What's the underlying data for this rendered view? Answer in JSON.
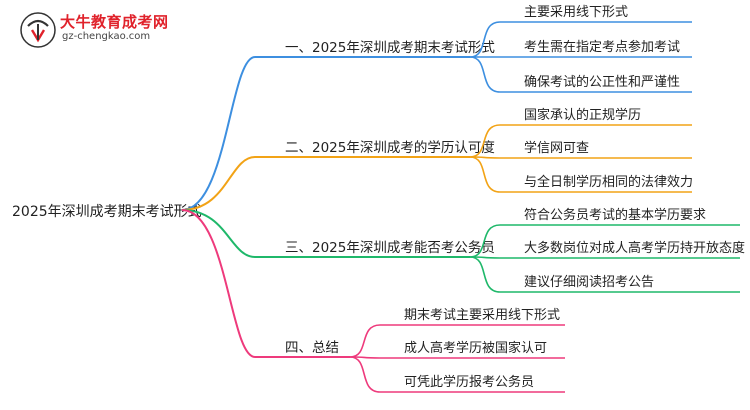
{
  "logo": {
    "name": "大牛教育成考网",
    "url": "gz-chengkao.com"
  },
  "root": {
    "label": "2025年深圳成考期末考试形式"
  },
  "colors": {
    "branch1": "#3d8fe0",
    "branch2": "#f2a316",
    "branch3": "#1fb86a",
    "branch4": "#ee3a7c"
  },
  "branches": [
    {
      "label": "一、2025年深圳成考期末考试形式",
      "children": [
        "主要采用线下形式",
        "考生需在指定考点参加考试",
        "确保考试的公正性和严谨性"
      ]
    },
    {
      "label": "二、2025年深圳成考的学历认可度",
      "children": [
        "国家承认的正规学历",
        "学信网可查",
        "与全日制学历相同的法律效力"
      ]
    },
    {
      "label": "三、2025年深圳成考能否考公务员",
      "children": [
        "符合公务员考试的基本学历要求",
        "大多数岗位对成人高考学历持开放态度",
        "建议仔细阅读招考公告"
      ]
    },
    {
      "label": "四、总结",
      "children": [
        "期末考试主要采用线下形式",
        "成人高考学历被国家认可",
        "可凭此学历报考公务员"
      ]
    }
  ]
}
